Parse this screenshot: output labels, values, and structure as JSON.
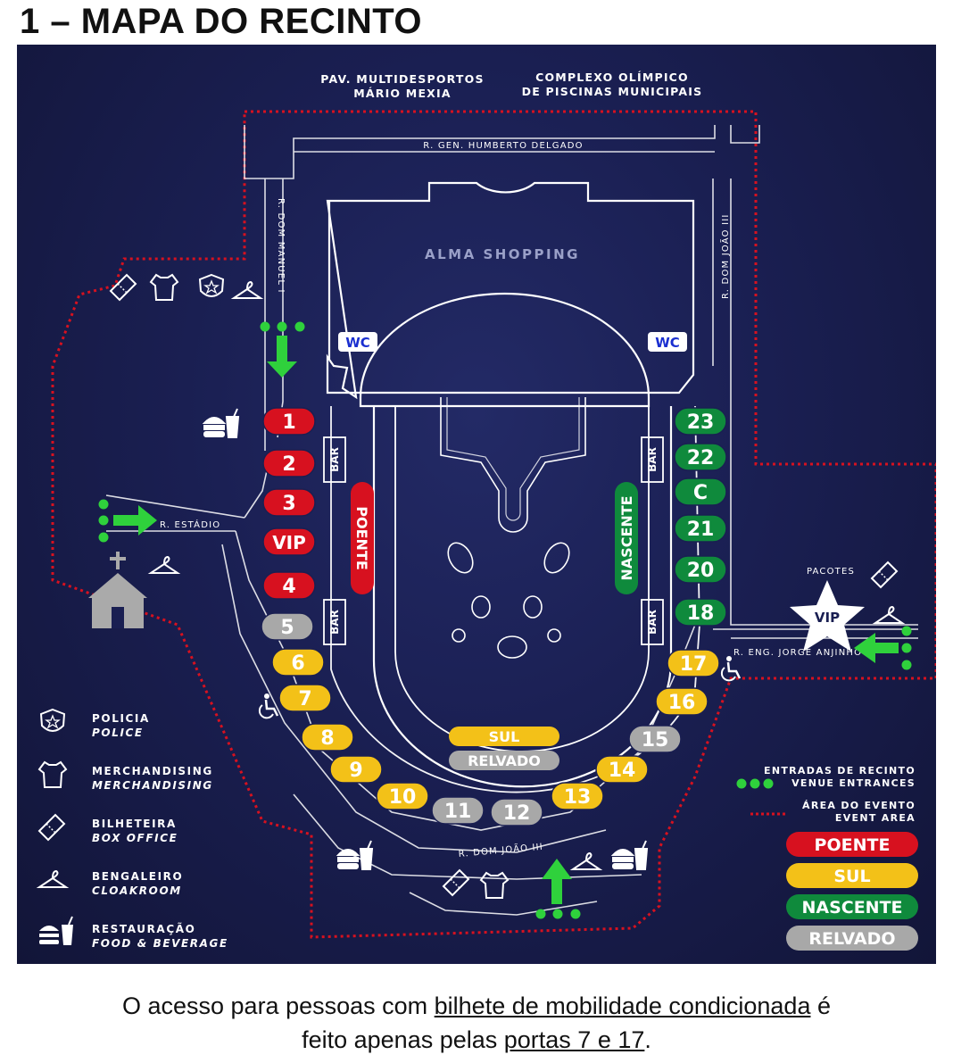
{
  "title": "1 – MAPA DO RECINTO",
  "buildings": {
    "pavilion": [
      "PAV. MULTIDESPORTOS",
      "MÁRIO MEXIA"
    ],
    "pools": [
      "COMPLEXO OLÍMPICO",
      "DE PISCINAS MUNICIPAIS"
    ],
    "shopping": "ALMA SHOPPING"
  },
  "streets": {
    "top": "R. GEN. HUMBERTO DELGADO",
    "left": "R. DOM MANUEL I",
    "right": "R. DOM JOÃO III",
    "estadio": "R. ESTÁDIO",
    "jorge": "R. ENG. JORGE ANJINHO",
    "bottom": "R. DOM JOÃO III"
  },
  "wc": "WC",
  "bar": "BAR",
  "vip_pack": {
    "label": "PACOTES",
    "star": "VIP"
  },
  "gates": {
    "poente": [
      "1",
      "2",
      "3",
      "VIP",
      "4"
    ],
    "relvado_left": [
      "5"
    ],
    "sul": [
      "6",
      "7",
      "8",
      "9",
      "10",
      "13",
      "14",
      "16",
      "17"
    ],
    "relvado": [
      "11",
      "12",
      "15"
    ],
    "nascente": [
      "23",
      "22",
      "C",
      "21",
      "20",
      "18"
    ]
  },
  "sections": {
    "poente": "POENTE",
    "nascente": "NASCENTE",
    "sul": "SUL",
    "relvado": "RELVADO"
  },
  "legend_left": [
    {
      "icon": "police-icon",
      "pt": "POLICIA",
      "en": "POLICE"
    },
    {
      "icon": "merchandising-icon",
      "pt": "MERCHANDISING",
      "en": "MERCHANDISING"
    },
    {
      "icon": "ticket-icon",
      "pt": "BILHETEIRA",
      "en": "BOX OFFICE"
    },
    {
      "icon": "hanger-icon",
      "pt": "BENGALEIRO",
      "en": "CLOAKROOM"
    },
    {
      "icon": "food-icon",
      "pt": "RESTAURAÇÃO",
      "en": "FOOD & BEVERAGE"
    }
  ],
  "legend_right": {
    "entrances_pt": "ENTRADAS DE RECINTO",
    "entrances_en": "VENUE ENTRANCES",
    "area_pt": "ÁREA DO EVENTO",
    "area_en": "EVENT AREA",
    "zones": [
      "POENTE",
      "SUL",
      "NASCENTE",
      "RELVADO"
    ]
  },
  "colors": {
    "poente": "#d7111f",
    "sul": "#f3c118",
    "nascente": "#0f8a3c",
    "relvado": "#a8a8a8",
    "entrance": "#2fd13c",
    "event_area": "#d7111f",
    "wc": "#1a2fd0"
  },
  "footer": {
    "line1_a": "O acesso para pessoas com ",
    "line1_u": "bilhete de mobilidade condicionada",
    "line1_b": " é",
    "line2_a": "feito apenas pelas ",
    "line2_u": "portas 7 e 17",
    "line2_b": "."
  }
}
